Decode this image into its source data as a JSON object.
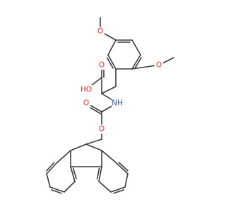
{
  "molecule": {
    "colors": {
      "bond": "#3a3a3a",
      "oxygen": "#ff2a2a",
      "nitrogen": "#3050f8",
      "background": "#ffffff"
    },
    "labels": {
      "o_top_methoxy": "O",
      "o_right_methoxy": "O",
      "o_acid_carbonyl": "O",
      "oh_acid": "HO",
      "nh_amide": "NH",
      "o_carbamate_carbonyl": "O",
      "o_carbamate_ester": "O"
    }
  }
}
